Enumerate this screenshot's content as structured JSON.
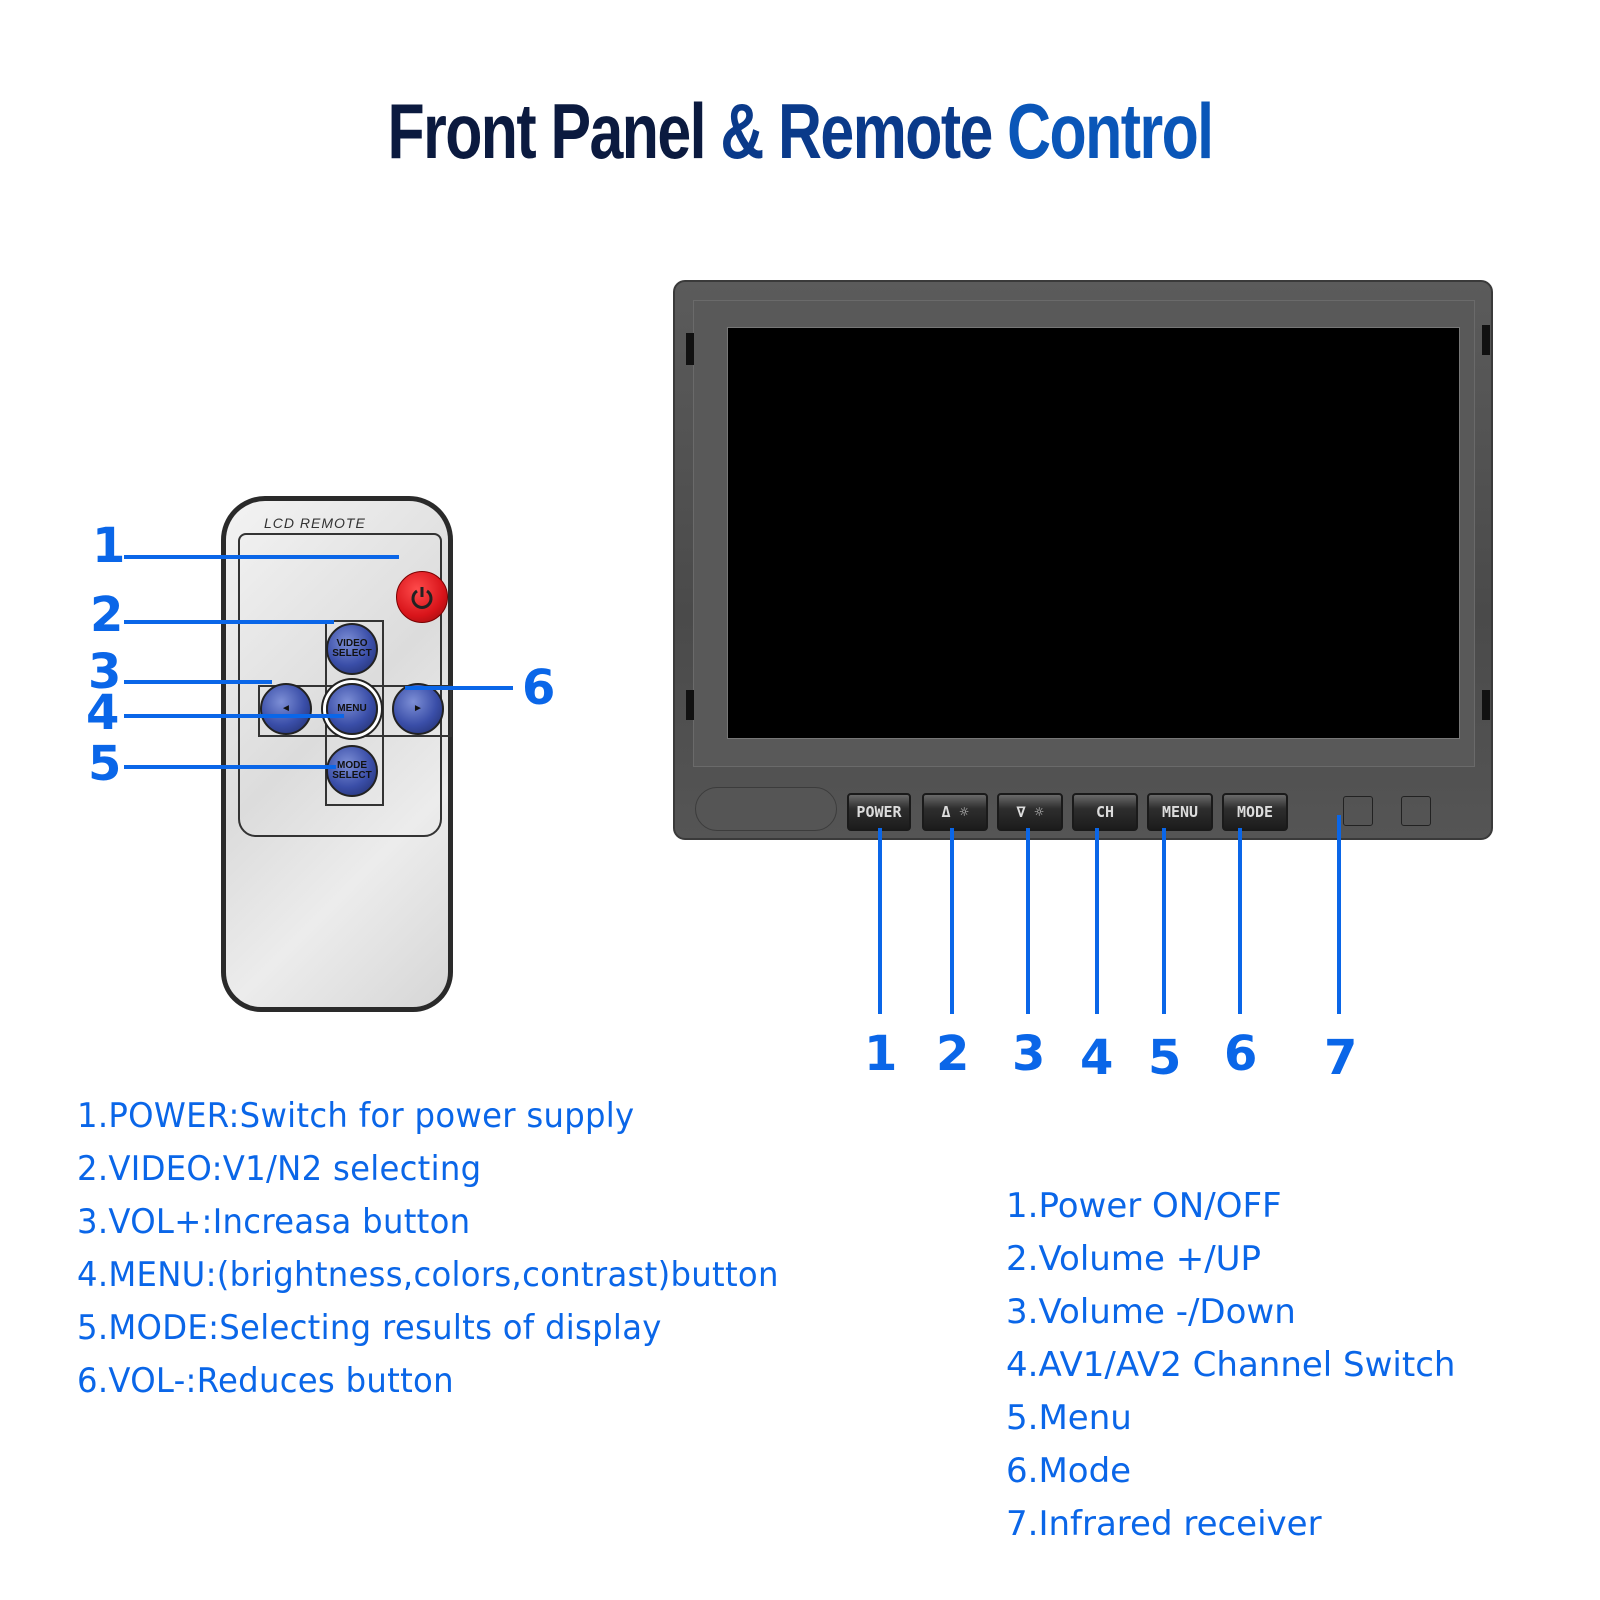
{
  "title": {
    "part1": "Front Panel",
    "part2": "& Remote",
    "part3": "Control",
    "colors": [
      "#0b1a3f",
      "#0a3a8a",
      "#0a56b8"
    ]
  },
  "accent_color": "#0a66e8",
  "remote": {
    "label": "LCD REMOTE",
    "buttons": [
      {
        "id": 1,
        "name": "power",
        "label": "",
        "icon": "power-icon"
      },
      {
        "id": 2,
        "name": "video-select",
        "label": "VIDEO SELECT"
      },
      {
        "id": 3,
        "name": "left",
        "label": "◄"
      },
      {
        "id": 4,
        "name": "menu",
        "label": "MENU"
      },
      {
        "id": 5,
        "name": "mode-select",
        "label": "MODE SELECT"
      },
      {
        "id": 6,
        "name": "right",
        "label": "►"
      }
    ],
    "callouts": [
      "1",
      "2",
      "3",
      "4",
      "5",
      "6"
    ]
  },
  "monitor": {
    "buttons": [
      {
        "id": 1,
        "label": "POWER"
      },
      {
        "id": 2,
        "label": "Δ ☼"
      },
      {
        "id": 3,
        "label": "∇ ☼"
      },
      {
        "id": 4,
        "label": "CH"
      },
      {
        "id": 5,
        "label": "MENU"
      },
      {
        "id": 6,
        "label": "MODE"
      }
    ],
    "callouts": [
      "1",
      "2",
      "3",
      "4",
      "5",
      "6",
      "7"
    ]
  },
  "remote_descriptions": [
    "1.POWER:Switch for power supply",
    "2.VIDEO:V1/N2 selecting",
    "3.VOL+:Increasa button",
    "4.MENU:(brightness,colors,contrast)button",
    "5.MODE:Selecting results of display",
    "6.VOL-:Reduces button"
  ],
  "panel_descriptions": [
    "1.Power ON/OFF",
    "2.Volume +/UP",
    "3.Volume -/Down",
    "4.AV1/AV2 Channel Switch",
    "5.Menu",
    "6.Mode",
    "7.Infrared receiver"
  ]
}
